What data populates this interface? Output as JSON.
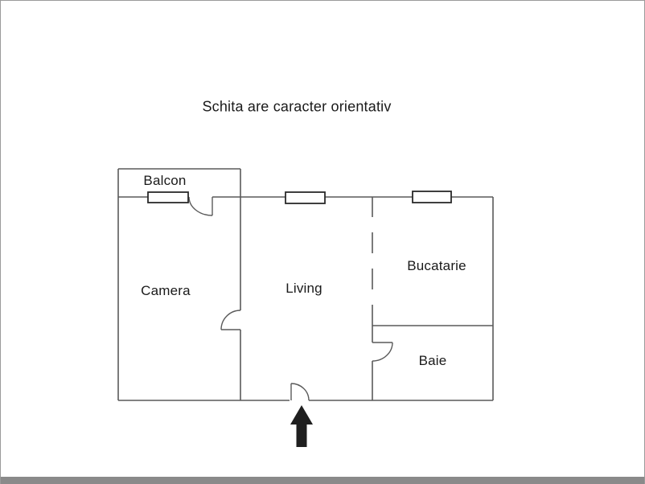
{
  "page": {
    "title": "Schita are caracter orientativ"
  },
  "floorplan": {
    "rooms": {
      "balcon": "Balcon",
      "camera": "Camera",
      "living": "Living",
      "bucatarie": "Bucatarie",
      "baie": "Baie"
    },
    "icons": {
      "entrance_arrow": "up-arrow-icon"
    },
    "colors": {
      "wall": "#5a5a5a",
      "window": "#2a2a2a",
      "text": "#1a1a1a",
      "arrow": "#1f1f1f",
      "border": "#9a9a9a",
      "bottom_bar": "#8a8a8a"
    }
  }
}
